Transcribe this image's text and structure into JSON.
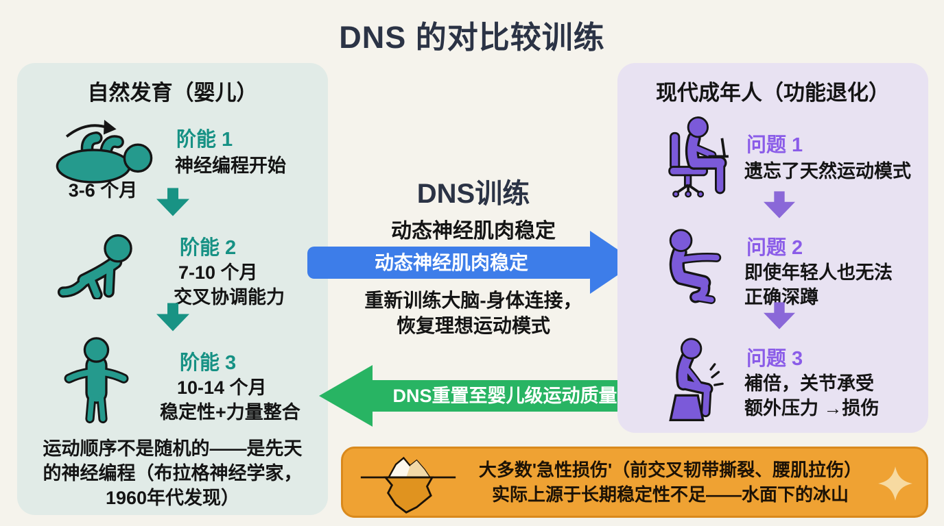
{
  "title": "DNS 的对比较训练",
  "left_panel": {
    "title": "自然发育（婴儿）",
    "stages": [
      {
        "icon": "baby-rollover-icon",
        "label": "阶能 1",
        "lines": [
          "神经编程开始"
        ],
        "caption": "3-6 个月"
      },
      {
        "icon": "baby-crawling-icon",
        "label": "阶能 2",
        "lines": [
          "7-10 个月",
          "交叉协调能力"
        ]
      },
      {
        "icon": "toddler-standing-icon",
        "label": "阶能 3",
        "lines": [
          "10-14 个月",
          "稳定性+力量整合"
        ]
      }
    ],
    "footer_lines": [
      "运动顺序不是随机的——是先天",
      "的神经编程（布拉格神经学家，",
      "1960年代发现）"
    ]
  },
  "middle": {
    "title": "DNS训练",
    "subtitle": "动态神经肌肉稳定",
    "arrow_right_label": "动态神经肌肉稳定",
    "desc_lines": [
      "重新训练大脑-身体连接，",
      "恢复理想运动模式"
    ],
    "arrow_left_label": "DNS重置至婴儿级运动质量"
  },
  "right_panel": {
    "title": "现代成年人（功能退化）",
    "problems": [
      {
        "icon": "desk-sitting-icon",
        "label": "问题 1",
        "lines": [
          "遗忘了天然运动模式"
        ]
      },
      {
        "icon": "squat-icon",
        "label": "问题 2",
        "lines": [
          "即使年轻人也无法",
          "正确深蹲"
        ]
      },
      {
        "icon": "bent-sitting-icon",
        "label": "问题 3",
        "lines": [
          "補倍，关节承受",
          "额外压力 →损伤"
        ]
      }
    ]
  },
  "banner": {
    "icon": "iceberg-icon",
    "lines": [
      "大多数'急性损伤'（前交叉韧带撕裂、腰肌拉伤）",
      "实际上源于长期稳定性不足——水面下的冰山"
    ],
    "sparkle_icon": "sparkle-icon"
  },
  "colors": {
    "background": "#f5f3ec",
    "title_text": "#2b3345",
    "left_panel_bg": "#e1ebe7",
    "right_panel_bg": "#e8e2f2",
    "teal_accent": "#169184",
    "teal_icon": "#259a8d",
    "purple_accent": "#8a5ce8",
    "purple_icon": "#7b5ad9",
    "blue_arrow": "#3d7de9",
    "green_arrow": "#28b463",
    "banner_bg": "#efa233",
    "banner_border": "#d9891c"
  }
}
